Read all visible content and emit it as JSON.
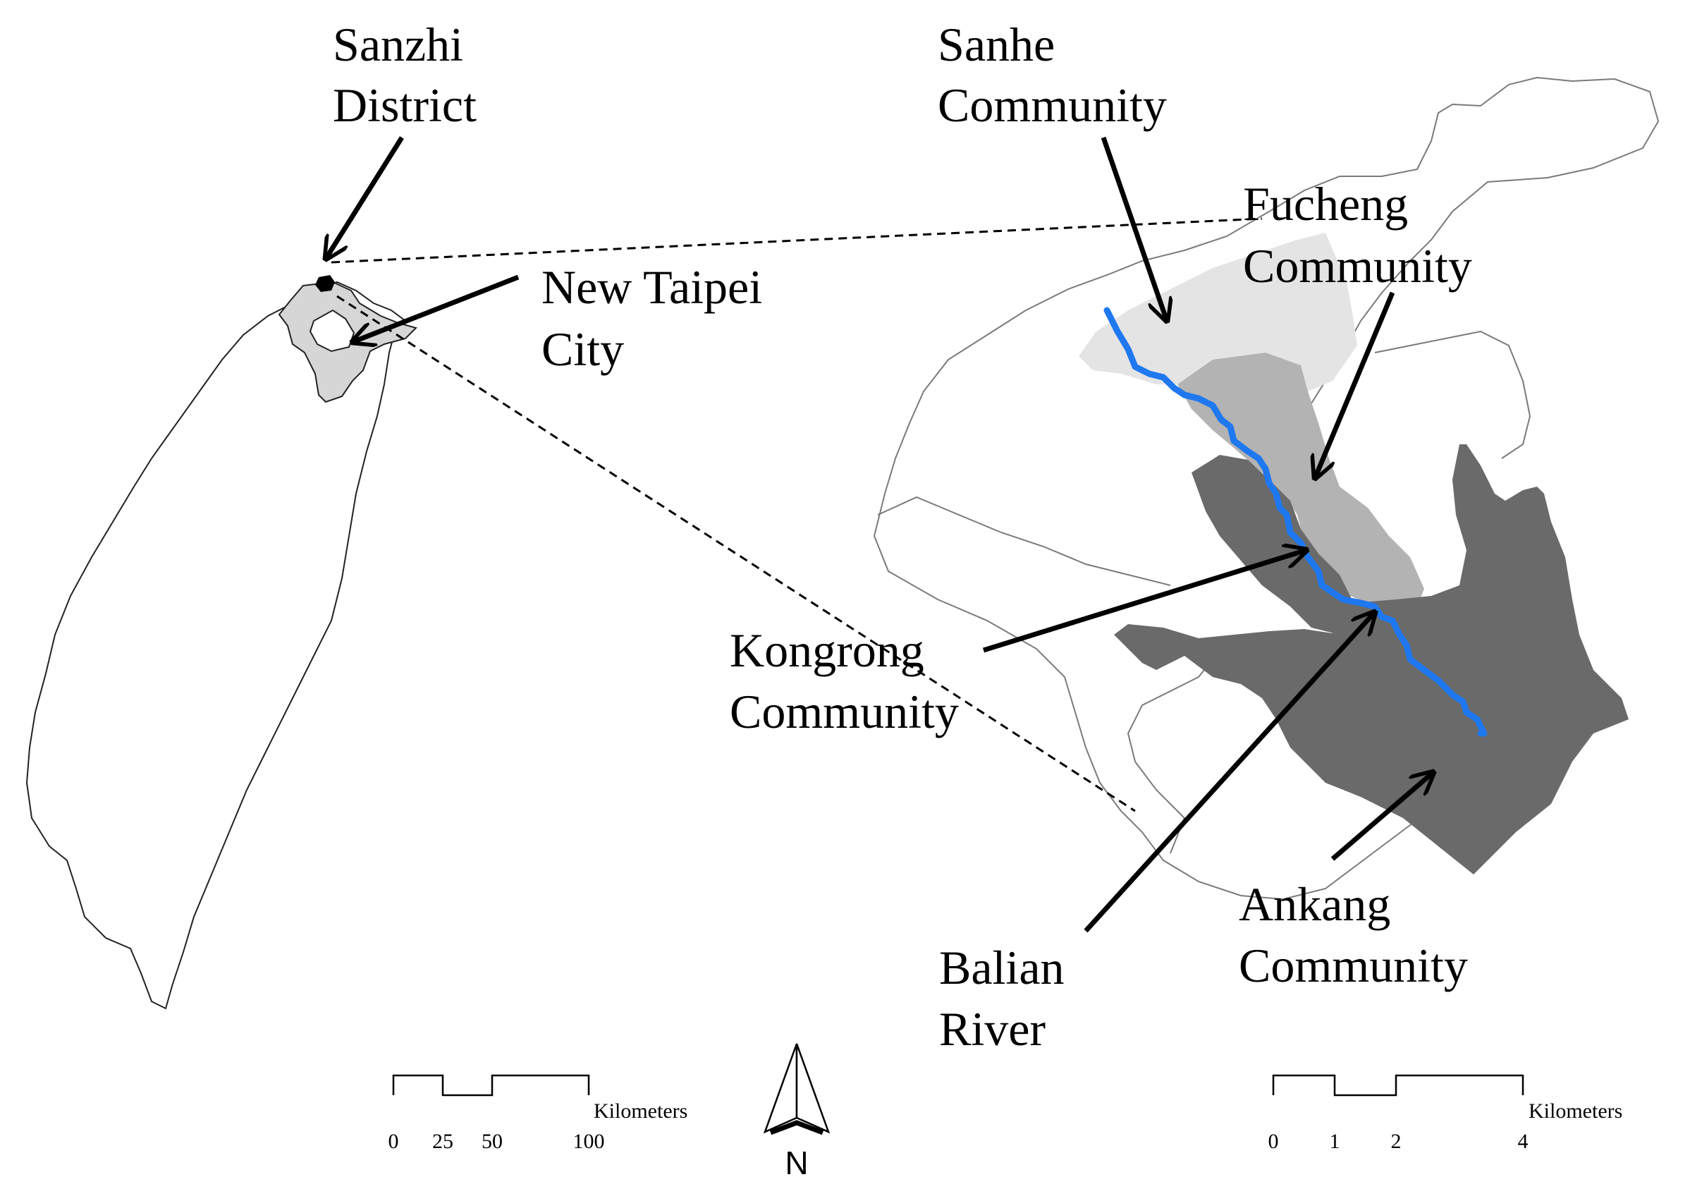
{
  "labels": {
    "sanzhi_line1": "Sanzhi",
    "sanzhi_line2": "District",
    "new_taipei_line1": "New Taipei",
    "new_taipei_line2": "City",
    "sanhe_line1": "Sanhe",
    "sanhe_line2": "Community",
    "fucheng_line1": "Fucheng",
    "fucheng_line2": "Community",
    "kongrong_line1": "Kongrong",
    "kongrong_line2": "Community",
    "balian_line1": "Balian",
    "balian_line2": "River",
    "ankang_line1": "Ankang",
    "ankang_line2": "Community"
  },
  "scale_left": {
    "unit": "Kilometers",
    "ticks": [
      "0",
      "25",
      "50",
      "100"
    ]
  },
  "scale_right": {
    "unit": "Kilometers",
    "ticks": [
      "0",
      "1",
      "2",
      "4"
    ]
  },
  "north_arrow": {
    "label": "N"
  },
  "colors": {
    "river": "#1f78f0",
    "sanhe_fill": "#e4e4e4",
    "fucheng_fill": "#b3b3b3",
    "kongrong_fill": "#6a6a6a",
    "ankang_fill": "#6a6a6a",
    "new_taipei_fill": "#d6d6d6",
    "outline": "#7a7a7a"
  }
}
